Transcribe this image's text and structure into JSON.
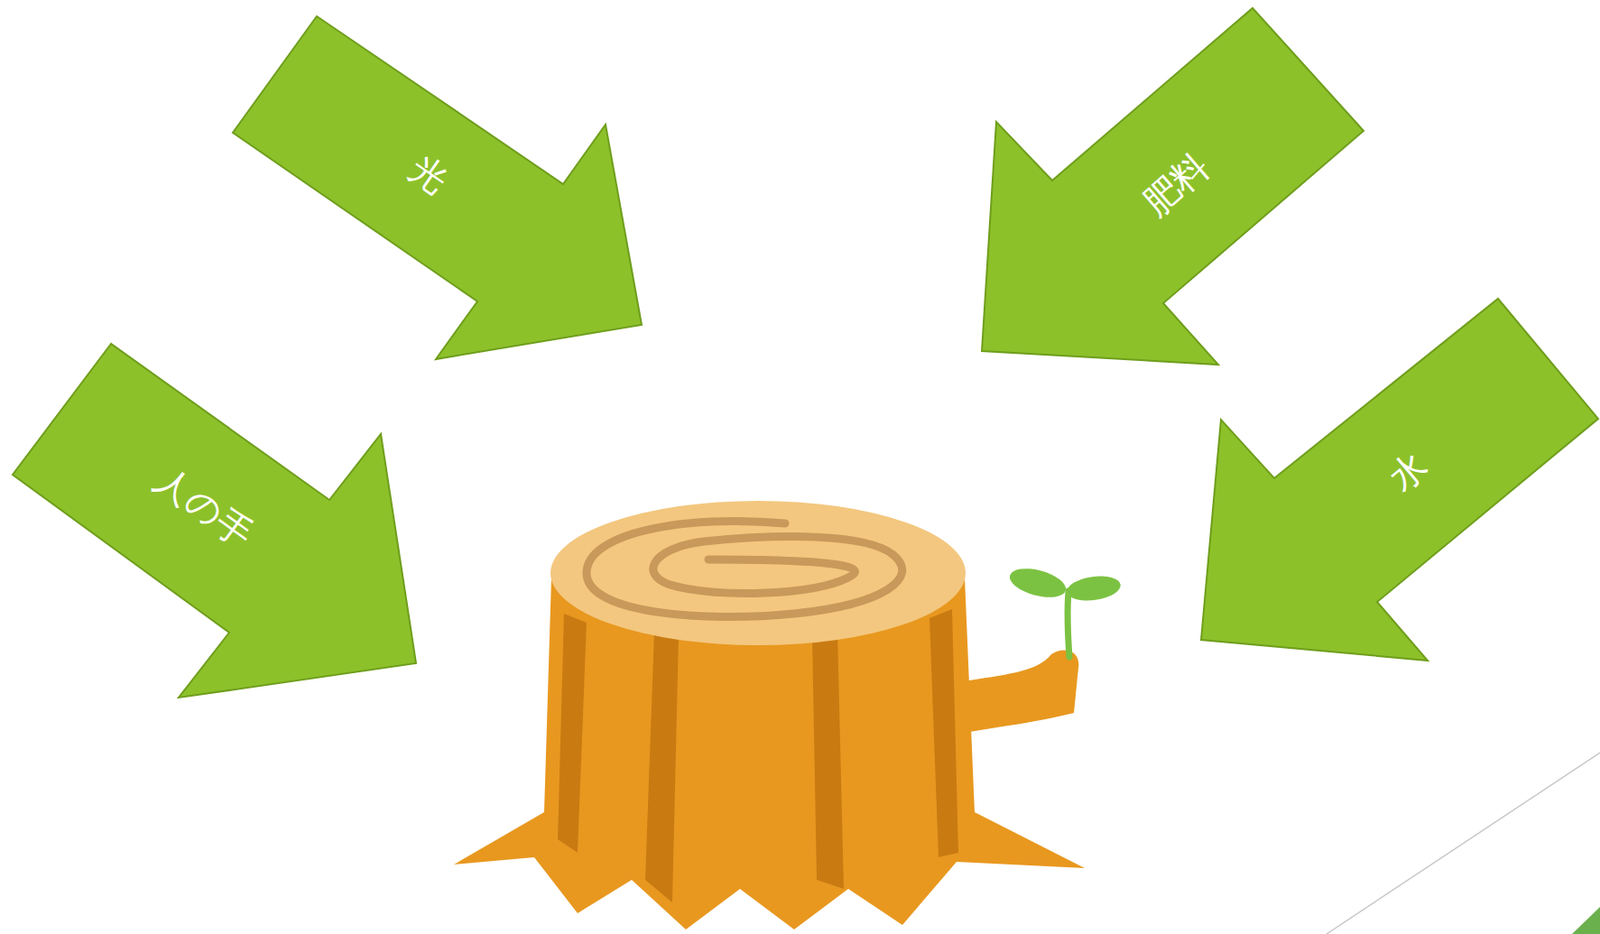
{
  "diagram": {
    "nodes": [
      {
        "text": [
          "光"
        ]
      },
      {
        "text": [
          "肥料"
        ]
      },
      {
        "text": [
          "人の手"
        ]
      },
      {
        "text": [
          "水"
        ]
      }
    ]
  }
}
